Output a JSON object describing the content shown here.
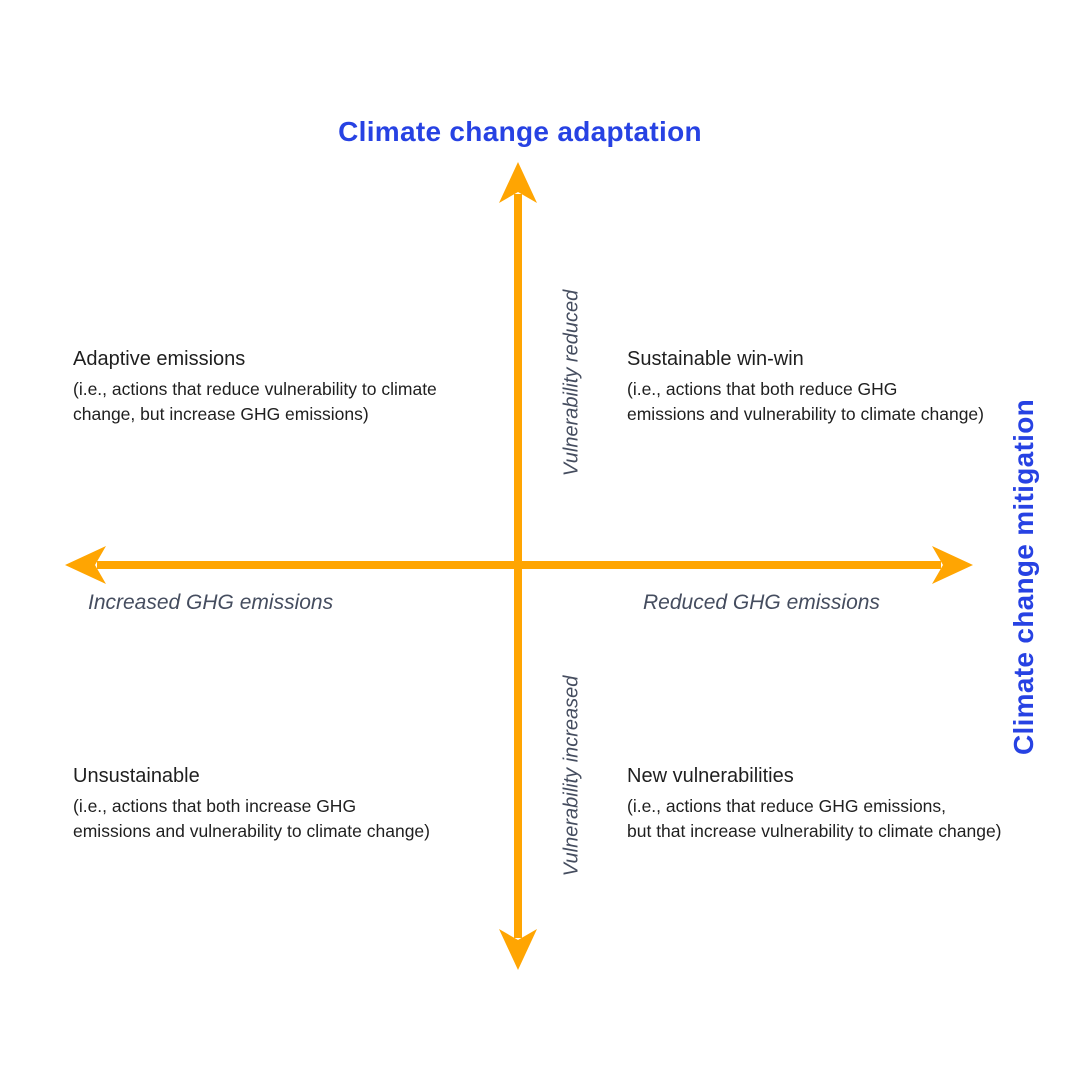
{
  "colors": {
    "orange": "#FFA502",
    "blue": "#2742E3",
    "slate": "#454D5F",
    "ink": "#1F1F1F"
  },
  "titles": {
    "top": "Climate change adaptation",
    "right": "Climate change mitigation"
  },
  "axes": {
    "vertical_upper_label": "Vulnerability reduced",
    "vertical_lower_label": "Vulnerability increased",
    "horizontal_left_label": "Increased GHG emissions",
    "horizontal_right_label": "Reduced GHG emissions"
  },
  "quadrants": {
    "top_left": {
      "heading": "Adaptive emissions",
      "line1": "(i.e., actions that reduce vulnerability to climate",
      "line2": "change, but increase GHG emissions)"
    },
    "top_right": {
      "heading": "Sustainable win-win",
      "line1": "(i.e., actions that both reduce GHG",
      "line2": "emissions and vulnerability to climate change)"
    },
    "bottom_left": {
      "heading": "Unsustainable",
      "line1": "(i.e., actions that both increase GHG",
      "line2": "emissions and vulnerability to climate change)"
    },
    "bottom_right": {
      "heading": "New vulnerabilities",
      "line1": "(i.e., actions that reduce GHG emissions,",
      "line2": "but that increase vulnerability to climate change)"
    }
  }
}
